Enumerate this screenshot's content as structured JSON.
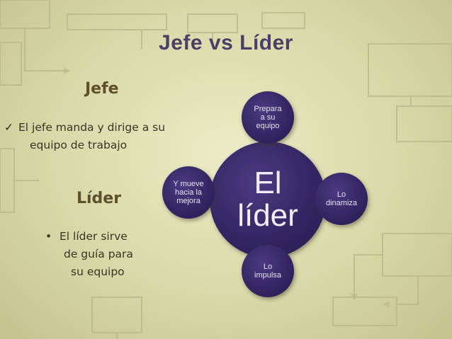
{
  "slide": {
    "title": "Jefe vs Líder",
    "jefe_heading": "Jefe",
    "jefe_bullet_line1": "El jefe manda y dirige a su",
    "jefe_bullet_line2": "equipo de trabajo",
    "lider_heading": "Líder",
    "lider_bullet_line1": "El líder sirve",
    "lider_bullet_line2": "de guía para",
    "lider_bullet_line3": "su equipo",
    "icons": {
      "check": "checkmark-icon",
      "bullet": "bullet-dot"
    }
  },
  "diagram": {
    "center_line1": "El",
    "center_line2": "líder",
    "top_node": [
      "Prepara",
      "a su",
      "equipo"
    ],
    "right_node": [
      "Lo",
      "dinamiza"
    ],
    "bottom_node": [
      "Lo",
      "impulsa"
    ],
    "left_node": [
      "Y mueve",
      "hacia la",
      "mejora"
    ],
    "colors": {
      "circle_fill": "#3e2f6e",
      "circle_edge": "#2a1f52",
      "text": "#e6e1f2"
    }
  }
}
